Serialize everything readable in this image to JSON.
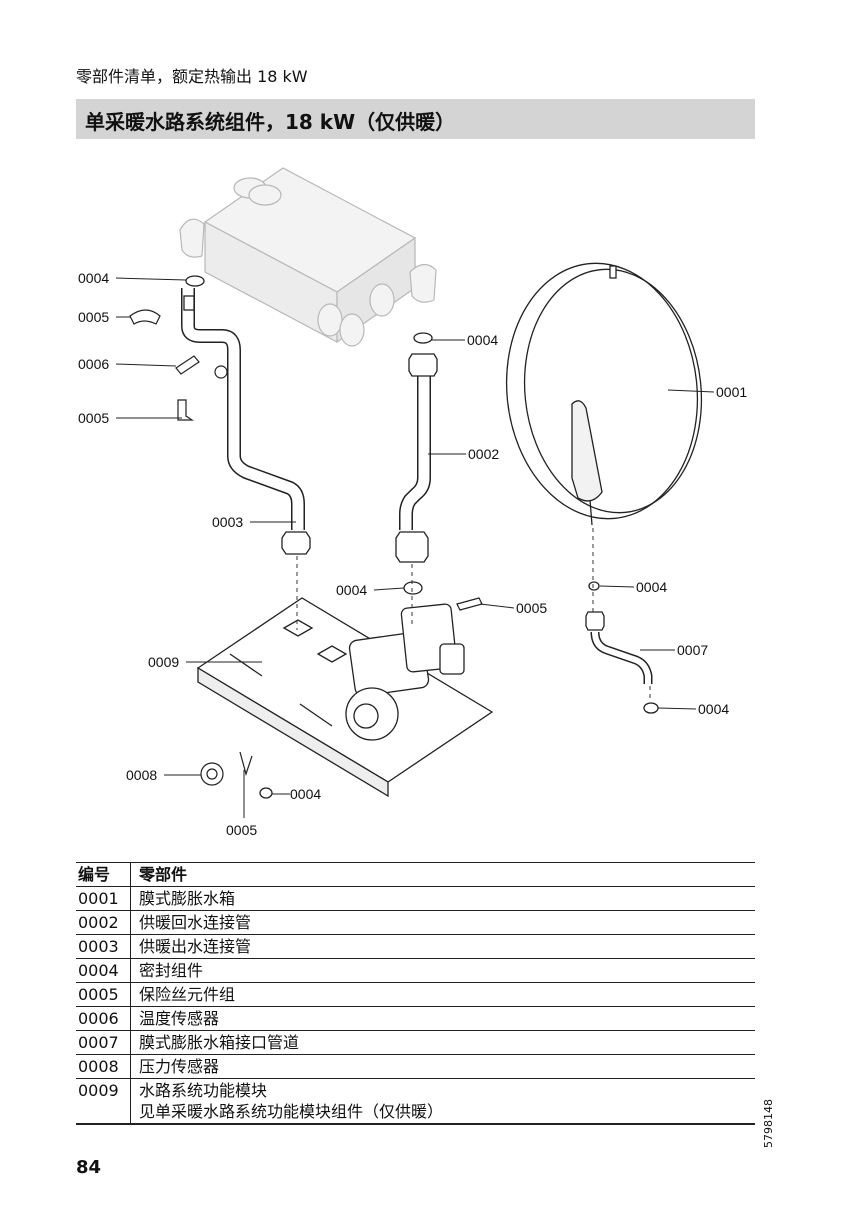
{
  "header": {
    "subtitle": "零部件清单，额定热输出 18 kW",
    "section_title": "单采暖水路系统组件，18 kW（仅供暖）"
  },
  "diagram": {
    "callouts": {
      "c0004_a": "0004",
      "c0005_a": "0005",
      "c0006": "0006",
      "c0005_b": "0005",
      "c0004_b": "0004",
      "c0001": "0001",
      "c0002": "0002",
      "c0003": "0003",
      "c0004_c": "0004",
      "c0005_c": "0005",
      "c0004_d": "0004",
      "c0009": "0009",
      "c0007": "0007",
      "c0004_e": "0004",
      "c0008": "0008",
      "c0004_f": "0004",
      "c0005_d": "0005"
    }
  },
  "table": {
    "headers": {
      "no": "编号",
      "part": "零部件"
    },
    "rows": [
      {
        "no": "0001",
        "part": "膜式膨胀水箱"
      },
      {
        "no": "0002",
        "part": "供暖回水连接管"
      },
      {
        "no": "0003",
        "part": "供暖出水连接管"
      },
      {
        "no": "0004",
        "part": "密封组件"
      },
      {
        "no": "0005",
        "part": "保险丝元件组"
      },
      {
        "no": "0006",
        "part": "温度传感器"
      },
      {
        "no": "0007",
        "part": "膜式膨胀水箱接口管道"
      },
      {
        "no": "0008",
        "part": "压力传感器"
      },
      {
        "no": "0009",
        "part": "水路系统功能模块",
        "part2": "见单采暖水路系统功能模块组件（仅供暖）"
      }
    ]
  },
  "footer": {
    "page_number": "84",
    "doc_code": "5798148"
  }
}
